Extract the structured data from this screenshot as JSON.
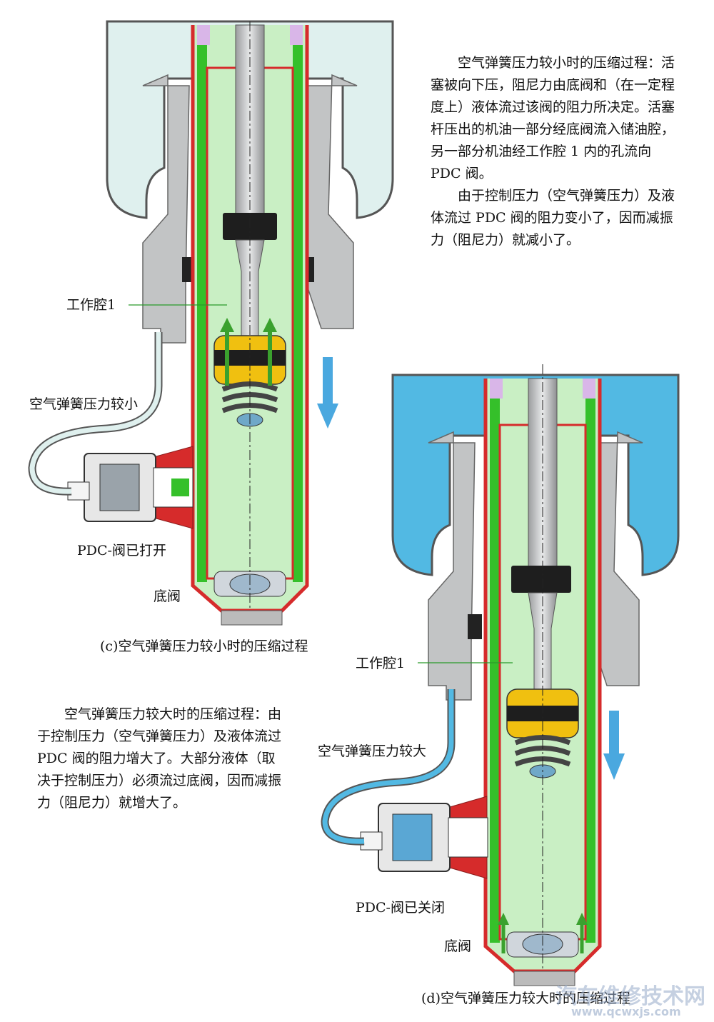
{
  "panel_c": {
    "labels": {
      "chamber": "工作腔1",
      "air_pressure": "空气弹簧压力较小",
      "pdc_valve": "PDC-阀已打开",
      "base_valve": "底阀"
    },
    "caption": "(c)空气弹簧压力较小时的压缩过程",
    "description": [
      "空气弹簧压力较小时的压缩过程：活塞被向下压，阻尼力由底阀和（在一定程度上）液体流过该阀的阻力所决定。活塞杆压出的机油一部分经底阀流入储油腔，另一部分机油经工作腔 1 内的孔流向 PDC 阀。",
      "由于控制压力（空气弹簧压力）及液体流过 PDC 阀的阻力变小了，因而减振力（阻尼力）就减小了。"
    ]
  },
  "panel_d": {
    "labels": {
      "chamber": "工作腔1",
      "air_pressure": "空气弹簧压力较大",
      "pdc_valve": "PDC-阀已关闭",
      "base_valve": "底阀"
    },
    "caption": "(d)空气弹簧压力较大时的压缩过程",
    "description": [
      "空气弹簧压力较大时的压缩过程：由于控制压力（空气弹簧压力）及液体流过 PDC 阀的阻力增大了。大部分液体（取决于控制压力）必须流过底阀，因而减振力（阻尼力）就增大了。"
    ]
  },
  "watermark": {
    "text": "汽车维修技术网",
    "url": "www.qcwxjs.com"
  },
  "colors": {
    "oil_light": "#c9efc4",
    "oil_green": "#35c02a",
    "wall_red": "#d62b2b",
    "air_low": "#dff0ee",
    "air_high": "#52b9e3",
    "arrow_blue": "#4aa8df",
    "piston_yellow": "#f0c010",
    "housing_gray": "#c2c4c5"
  }
}
